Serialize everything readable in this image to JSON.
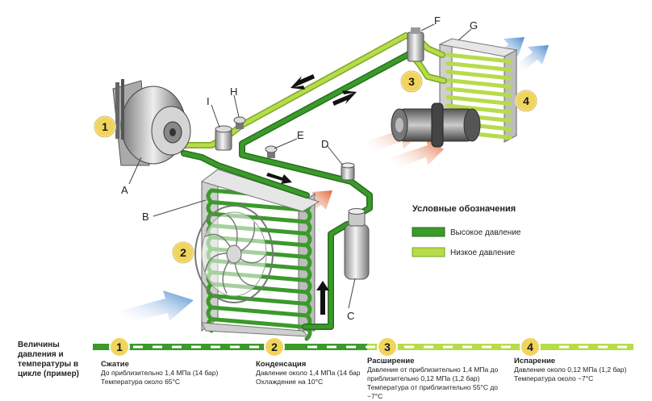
{
  "labels": {
    "A": "A",
    "B": "B",
    "C": "C",
    "D": "D",
    "E": "E",
    "F": "F",
    "G": "G",
    "H": "H",
    "I": "I"
  },
  "markers": [
    "1",
    "2",
    "3",
    "4"
  ],
  "legend": {
    "title": "Условные обозначения",
    "high": "Высокое давление",
    "low": "Низкое давление"
  },
  "colors": {
    "high": "#3a9a2a",
    "high_edge": "#2a6e1e",
    "low": "#b6dc4a",
    "low_edge": "#7ea52a",
    "marker": "#f1d45c",
    "warm_arrow": "#e0683a",
    "cool_arrow": "#4a8ad0"
  },
  "cycle": {
    "title": "Величины давления и температуры в цикле (пример)",
    "stages": [
      {
        "num": "1",
        "title": "Сжатие",
        "line1": "До приблизительно 1,4 МПа (14 бар)",
        "line2": "Температура около 65°C"
      },
      {
        "num": "2",
        "title": "Конденсация",
        "line1": "Давление около 1,4 МПа (14 бар",
        "line2": "Охлаждение на 10°C"
      },
      {
        "num": "3",
        "title": "Расширение",
        "line1": "Давление от приблизительно 1,4 МПа до",
        "line2": "приблизительно 0,12 МПа (1,2 бар)",
        "line3": "Температура от приблизительно 55°C до −7°C"
      },
      {
        "num": "4",
        "title": "Испарение",
        "line1": "Давление около 0,12 МПа (1,2 бар)",
        "line2": "Температура около −7°C"
      }
    ]
  }
}
